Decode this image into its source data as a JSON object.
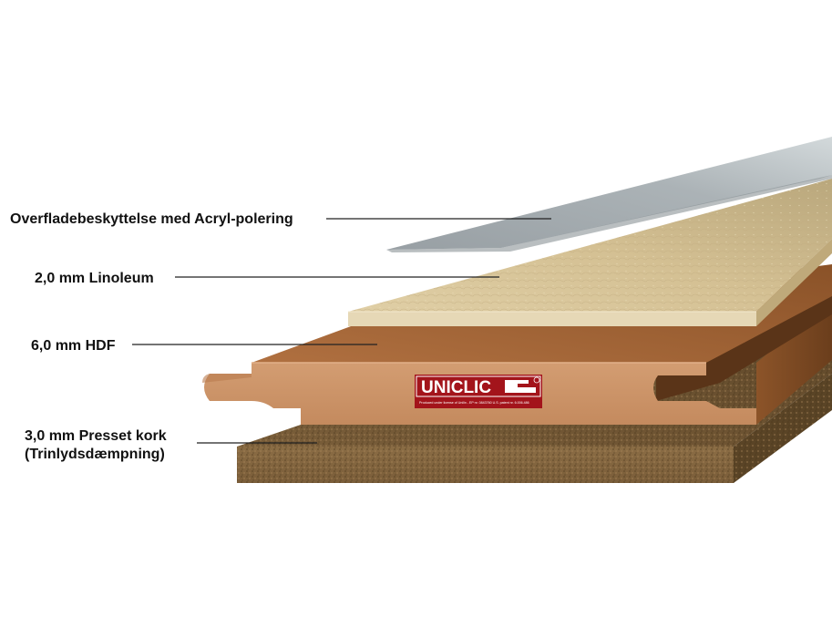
{
  "layers": [
    {
      "id": "acryl",
      "label": "Overfladebeskyttelse med Acryl-polering"
    },
    {
      "id": "linoleum",
      "label": "2,0 mm Linoleum"
    },
    {
      "id": "hdf",
      "label": "6,0 mm HDF"
    },
    {
      "id": "cork",
      "label_line1": "3,0 mm Presset kork",
      "label_line2": "(Trinlydsdæmpning)"
    }
  ],
  "logo": {
    "brand": "UNICLIC",
    "fine_print": "Produced under license of Unilin - EP nr. 0843760 U.S. patent nr. 6.006.486"
  },
  "colors": {
    "acryl": "#9aa3a8",
    "linoleum": "#d6c39a",
    "hdf": "#a8683c",
    "cork": "#6e5433",
    "logo_red": "#a3141b"
  },
  "icons": {
    "logo_mark": "uniclic-joint-icon"
  }
}
